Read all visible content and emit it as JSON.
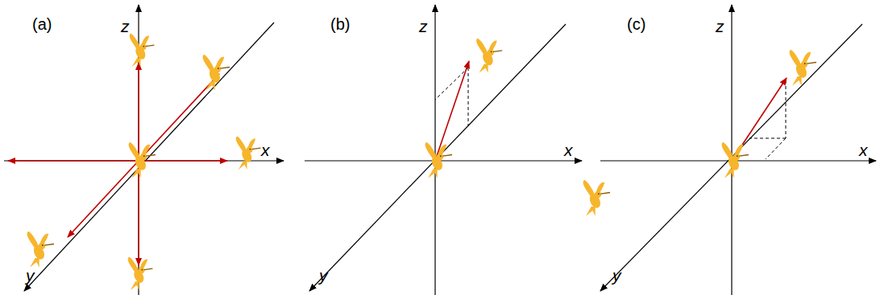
{
  "diagram": {
    "labels": [
      "(a)",
      "z",
      "x",
      "y",
      "(b)",
      "z",
      "x",
      "y",
      "(c)",
      "z",
      "x",
      "y"
    ]
  }
}
